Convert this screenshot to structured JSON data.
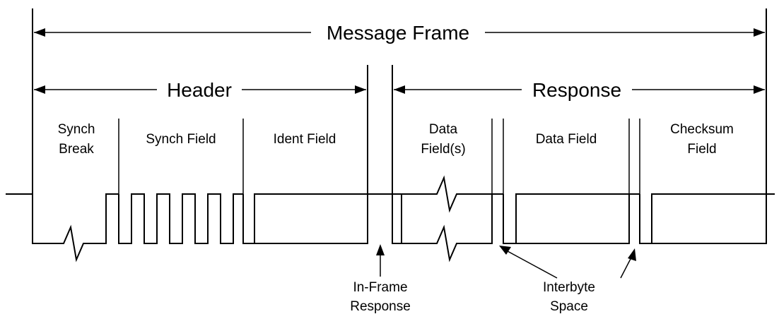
{
  "spans": {
    "message_frame": "Message Frame",
    "header": "Header",
    "response": "Response"
  },
  "fields": {
    "synch_break": [
      "Synch",
      "Break"
    ],
    "synch_field": "Synch Field",
    "ident_field": "Ident Field",
    "data_fields": [
      "Data",
      "Field(s)"
    ],
    "data_field": "Data Field",
    "checksum_field": [
      "Checksum",
      "Field"
    ]
  },
  "callouts": {
    "in_frame_response": [
      "In-Frame",
      "Response"
    ],
    "interbyte_space": [
      "Interbyte",
      "Space"
    ]
  }
}
